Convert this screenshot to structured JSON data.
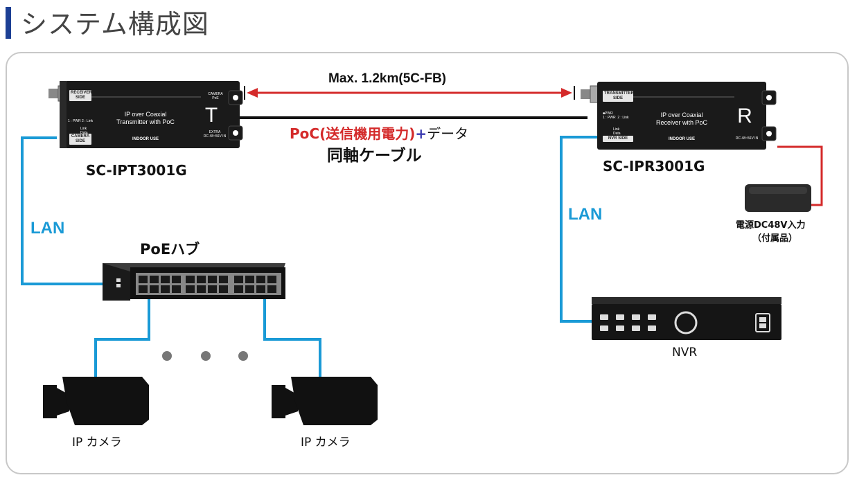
{
  "header": {
    "title": "システム構成図"
  },
  "distance_label": "Max. 1.2km(5C-FB)",
  "cable": {
    "poc_label": "PoC(送信機用電力)",
    "plus": "+",
    "data_label": "データ",
    "cable_label": "同軸ケーブル"
  },
  "transmitter": {
    "model": "SC-IPT3001G",
    "tag_top": "RECEIVER SIDE",
    "tag_bottom": "CAMERA SIDE",
    "line1": "IP over Coaxial",
    "line2": "Transmitter with PoC",
    "indoor": "INDOOR USE",
    "letter": "T",
    "left_small": "1 : PWR  2 : Link",
    "link_data": "Link\nData",
    "right_small_top": "CAMERA\nPoE",
    "right_small_bottom": "EXTRA\nDC 48~56V IN"
  },
  "receiver": {
    "model": "SC-IPR3001G",
    "tag_top": "TRANSMITTER SIDE",
    "tag_bottom": "NVR SIDE",
    "line1": "IP over Coaxial",
    "line2": "Receiver with PoC",
    "indoor": "INDOOR USE",
    "letter": "R",
    "left_small": "■PWR\n1 : PWR  2 : Link",
    "link_data": "Link\nData",
    "right_small": "DC 48~56V IN"
  },
  "lan_left": "LAN",
  "lan_right": "LAN",
  "hub_label": "PoEハブ",
  "power": {
    "line1": "電源DC48V入力",
    "line2": "（付属品）"
  },
  "nvr_label": "NVR",
  "camera1_label": "IP カメラ",
  "camera2_label": "IP カメラ",
  "colors": {
    "lan": "#1a9ad6",
    "red": "#d42a2a",
    "blue_plus": "#3a3ab0",
    "title_bar": "#1c3f94"
  }
}
